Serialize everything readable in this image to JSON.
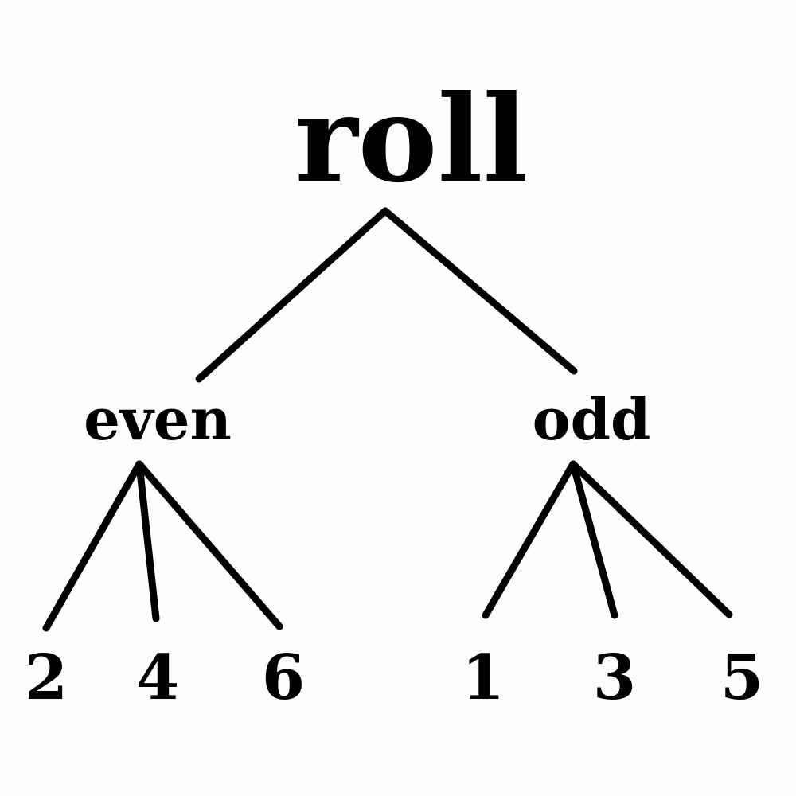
{
  "tree": {
    "root": "roll",
    "even": {
      "label": "even",
      "children": [
        "2",
        "4",
        "6"
      ]
    },
    "odd": {
      "label": "odd",
      "children": [
        "1",
        "3",
        "5"
      ]
    }
  }
}
